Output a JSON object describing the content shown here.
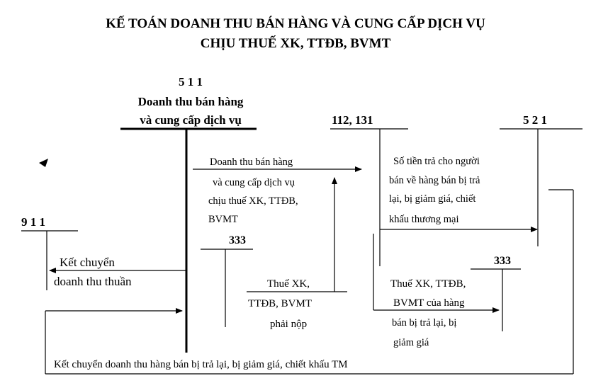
{
  "title": {
    "line1": "KẾ TOÁN DOANH THU BÁN HÀNG VÀ CUNG CẤP DỊCH VỤ",
    "line2": "CHỊU THUẾ XK, TTĐB, BVMT"
  },
  "accounts": {
    "a511": {
      "number": "5 1 1",
      "name_line1": "Doanh thu bán hàng",
      "name_line2": "và cung cấp dịch vụ"
    },
    "a112_131": {
      "number": "112, 131"
    },
    "a521": {
      "number": "5 2 1"
    },
    "a911": {
      "number": "9 1 1"
    },
    "a333_left": {
      "number": "333"
    },
    "a333_right": {
      "number": "333"
    }
  },
  "labels": {
    "revenue": [
      "Doanh thu bán hàng",
      "và cung cấp dịch vụ",
      "chịu thuế XK, TTĐB,",
      "BVMT"
    ],
    "refund": [
      "Số tiền trả cho người",
      "bán về  hàng bán bị trả",
      "lại, bị giảm giá, chiết",
      "khấu thương mại"
    ],
    "transfer_net": [
      "Kết chuyển",
      "doanh thu thuần"
    ],
    "tax_payable": [
      "Thuế XK,",
      "TTĐB, BVMT",
      "phải nộp"
    ],
    "tax_returns": [
      "Thuế XK, TTĐB,",
      "BVMT của hàng",
      "bán bị trả lại, bị",
      "giảm giá"
    ],
    "bottom_transfer": "Kết chuyển doanh thu hàng bán bị trả lại, bị giảm giá, chiết khấu TM"
  }
}
